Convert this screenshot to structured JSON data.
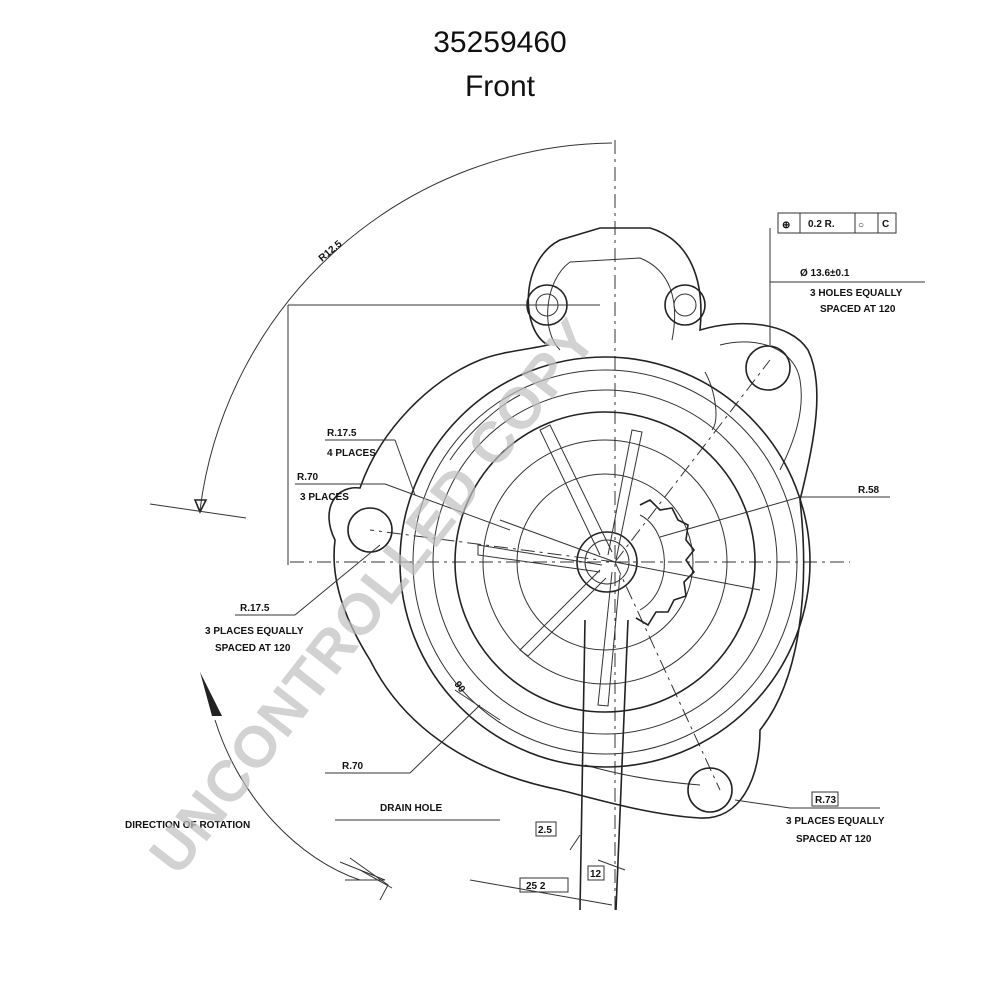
{
  "header": {
    "part_number": "35259460",
    "view": "Front"
  },
  "watermark": "UNCONTROLLED COPY",
  "annotations": {
    "r125": "R12.5",
    "tolerance_frame": [
      "⊕",
      "0.2 R.",
      "○",
      "C"
    ],
    "hole_dia": "Ø 13.6±0.1",
    "holes_note_1": "3 HOLES EQUALLY",
    "holes_note_2": "SPACED AT 120",
    "r175_4": "R.17.5",
    "places_4": "4 PLACES",
    "r70_3": "R.70",
    "places_3": "3 PLACES",
    "r58": "R.58",
    "r175_3": "R.17.5",
    "places_eq_1": "3 PLACES EQUALLY",
    "places_eq_2": "SPACED AT 120",
    "r70": "R.70",
    "drain_hole": "DRAIN HOLE",
    "direction": "DIRECTION OF ROTATION",
    "r73": "R.73",
    "places_r73_1": "3 PLACES EQUALLY",
    "places_r73_2": "SPACED AT 120",
    "dim_25": "2.5",
    "dim_12": "12",
    "dim_252": "25  2",
    "dim_90": "90"
  },
  "colors": {
    "line": "#222222",
    "watermark": "#bfbfbf"
  }
}
